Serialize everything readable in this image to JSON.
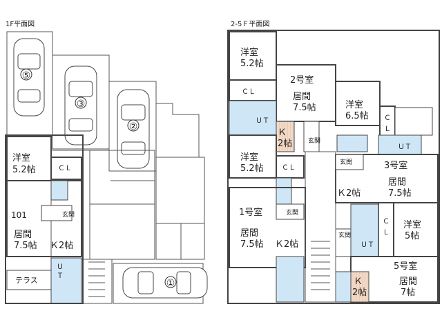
{
  "floor1": {
    "title": "1F平面図",
    "parking": [
      "⑤",
      "③",
      "②",
      "①"
    ],
    "room101": {
      "western": [
        "洋室",
        "5.2帖"
      ],
      "closet": "ＣＬ",
      "unit": "101",
      "entrance": "玄関",
      "living": [
        "居間",
        "7.5帖"
      ],
      "kitchen": "Ｋ2帖",
      "ut": [
        "Ｕ",
        "Ｔ"
      ],
      "terrace": "テラス"
    }
  },
  "floor2": {
    "title": "2-5Ｆ平面図",
    "room1": {
      "western": [
        "洋室",
        "5.2帖"
      ],
      "closet": "ＣＬ",
      "name": "1号室",
      "entrance": "玄関",
      "living": [
        "居間",
        "7.5帖"
      ],
      "kitchen": "Ｋ2帖"
    },
    "room2": {
      "western": [
        "洋室",
        "5.2帖"
      ],
      "closet": "ＣＬ",
      "name": "2号室",
      "living": [
        "居間",
        "7.5帖"
      ],
      "ut": "ＵＴ",
      "kitchen": [
        "Ｋ",
        "2帖"
      ],
      "entrance": "玄関"
    },
    "room3": {
      "western": [
        "洋室",
        "6.5帖"
      ],
      "closet": [
        "Ｃ",
        "Ｌ"
      ],
      "ut": "ＵＴ",
      "entrance": "玄関",
      "name": "3号室",
      "living": [
        "居間",
        "7.5帖"
      ],
      "kitchen": "Ｋ2帖"
    },
    "room5": {
      "western": [
        "洋室",
        "5帖"
      ],
      "closet": [
        "Ｃ",
        "Ｌ"
      ],
      "ut": "ＵＴ",
      "entrance": "玄関",
      "name": "5号室",
      "living": [
        "居間",
        "7帖"
      ],
      "kitchen": [
        "Ｋ",
        "2帖"
      ]
    }
  }
}
